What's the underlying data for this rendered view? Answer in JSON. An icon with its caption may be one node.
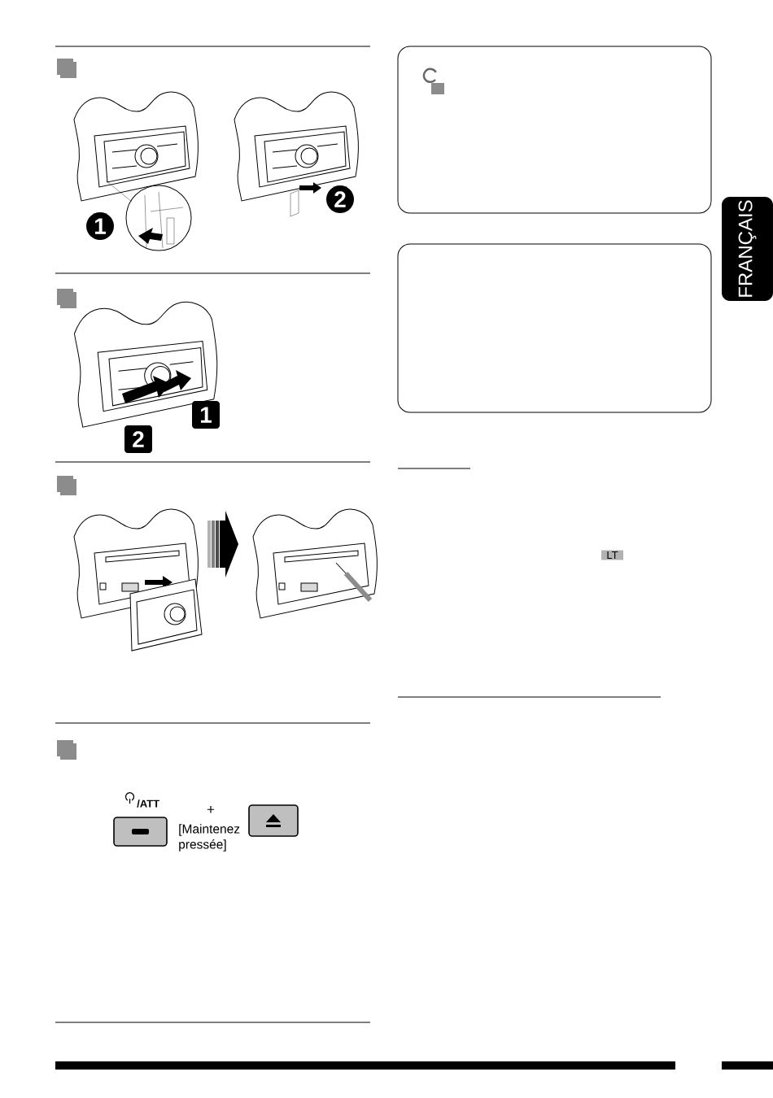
{
  "diagram": {
    "nodes": [
      {
        "text": [],
        "shape": "box"
      },
      {
        "text": [],
        "shape": "box"
      },
      {
        "text": [
          "FRANÇAIS"
        ]
      },
      {
        "text": [
          "LT"
        ]
      },
      {
        "text": [
          "1"
        ]
      },
      {
        "text": [
          "2"
        ]
      },
      {
        "text": [
          "1"
        ]
      },
      {
        "text": [
          "2"
        ]
      },
      {
        "text": [],
        "shape": "box",
        "beside": [
          "/ATT"
        ]
      },
      {
        "text": [],
        "shape": "box"
      }
    ],
    "labels": [
      "+",
      "[Maintenez pressée]"
    ]
  }
}
